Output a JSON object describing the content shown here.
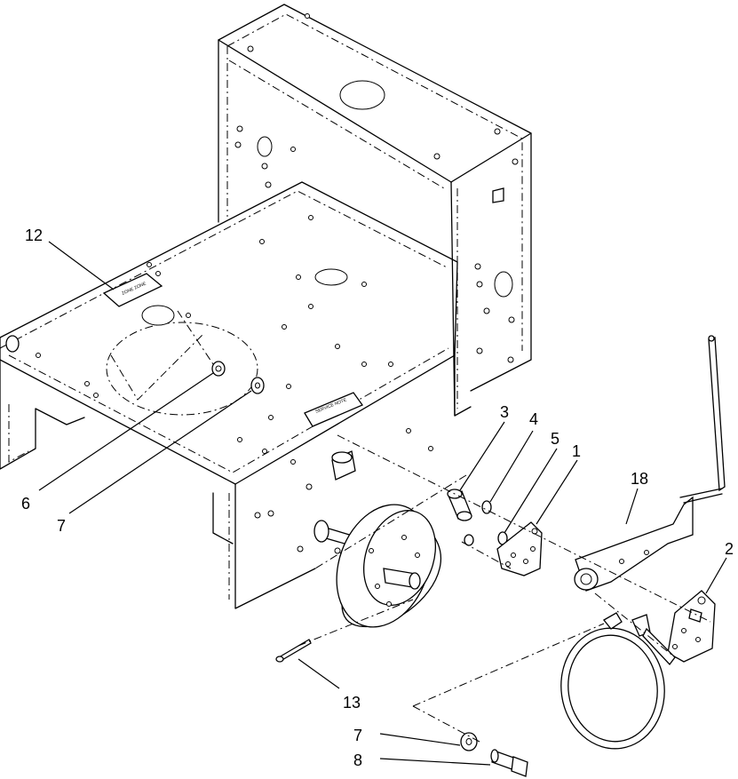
{
  "callouts": [
    {
      "id": "c1",
      "text": "1"
    },
    {
      "id": "c2",
      "text": "2"
    },
    {
      "id": "c3",
      "text": "3"
    },
    {
      "id": "c4",
      "text": "4"
    },
    {
      "id": "c5",
      "text": "5"
    },
    {
      "id": "c6",
      "text": "6"
    },
    {
      "id": "c7a",
      "text": "7"
    },
    {
      "id": "c7b",
      "text": "7"
    },
    {
      "id": "c8",
      "text": "8"
    },
    {
      "id": "c12",
      "text": "12"
    },
    {
      "id": "c13",
      "text": "13"
    },
    {
      "id": "c18",
      "text": "18"
    }
  ]
}
